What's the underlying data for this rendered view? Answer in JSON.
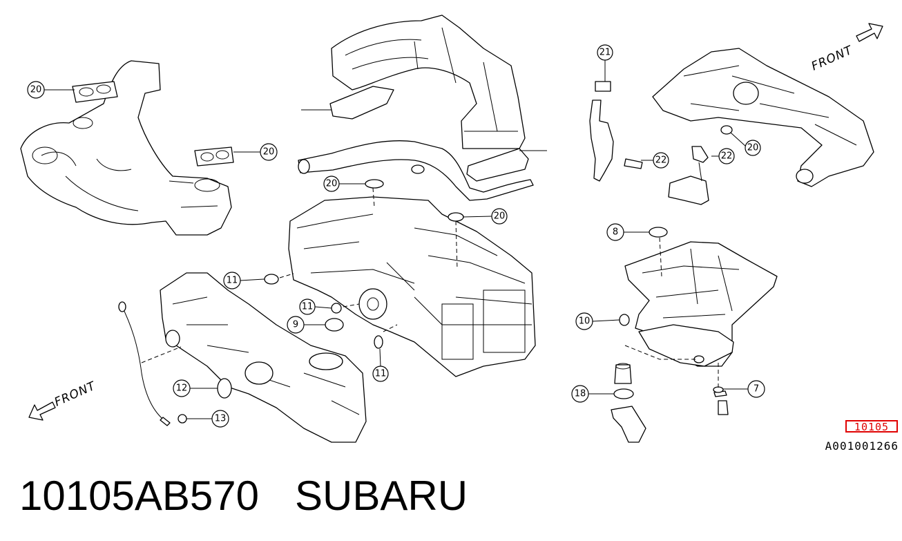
{
  "diagram": {
    "front_labels": [
      "FRONT",
      "FRONT"
    ],
    "callouts": [
      "20",
      "20",
      "21",
      "22",
      "22",
      "20",
      "20",
      "20",
      "8",
      "11",
      "11",
      "9",
      "11",
      "10",
      "12",
      "13",
      "18",
      "7"
    ],
    "highlighted_part_ref": "10105",
    "illustration_code": "A001001266"
  },
  "caption": {
    "part_number": "10105AB570",
    "brand": "SUBARU"
  }
}
